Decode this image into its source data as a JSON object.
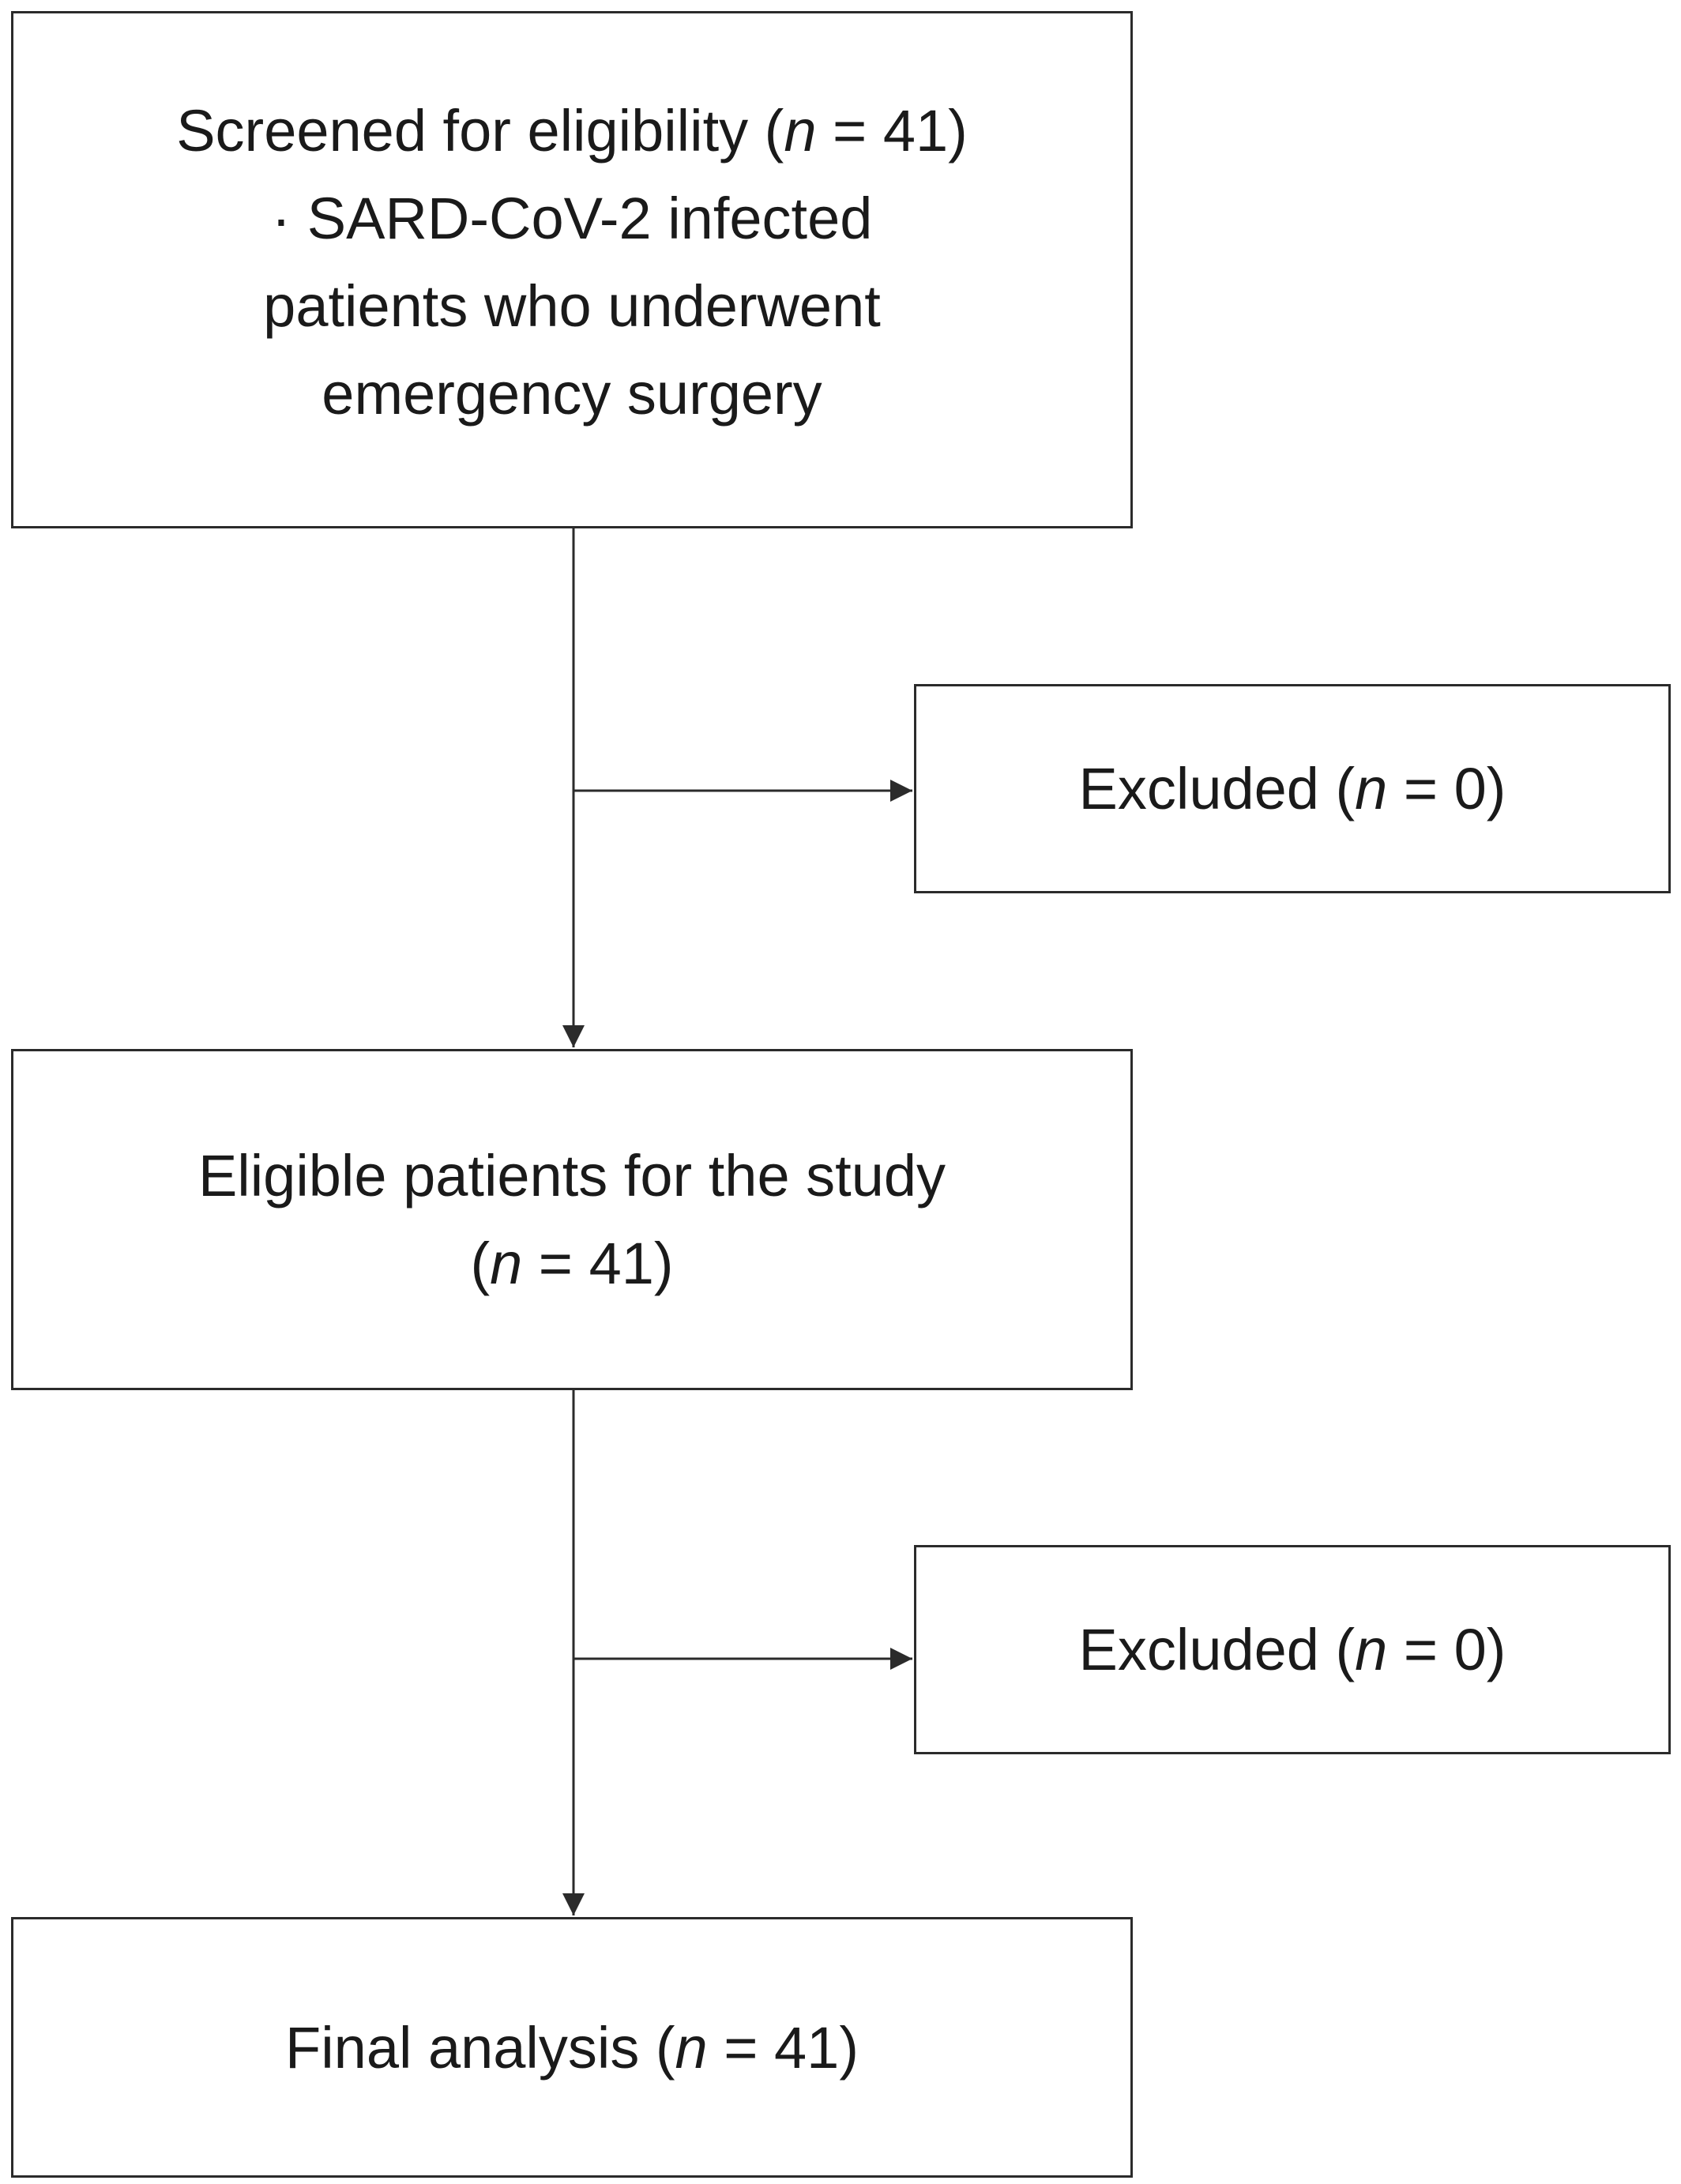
{
  "boxes": {
    "screened": {
      "line1_prefix": "Screened for eligibility (",
      "line1_n": "n",
      "line1_suffix": " = 41)",
      "line2": "· SARD-CoV-2 infected",
      "line3": "patients who underwent",
      "line4": "emergency surgery"
    },
    "excluded_1": {
      "prefix": "Excluded (",
      "n": "n",
      "suffix": " = 0)"
    },
    "eligible": {
      "line1": "Eligible patients for the study",
      "line2_prefix": "(",
      "line2_n": "n",
      "line2_suffix": " = 41)"
    },
    "excluded_2": {
      "prefix": "Excluded (",
      "n": "n",
      "suffix": " = 0)"
    },
    "final": {
      "prefix": "Final analysis (",
      "n": "n",
      "suffix": " = 41)"
    }
  },
  "colors": {
    "stroke": "#2b2b2b",
    "text": "#1a1a1a",
    "background": "#ffffff"
  }
}
